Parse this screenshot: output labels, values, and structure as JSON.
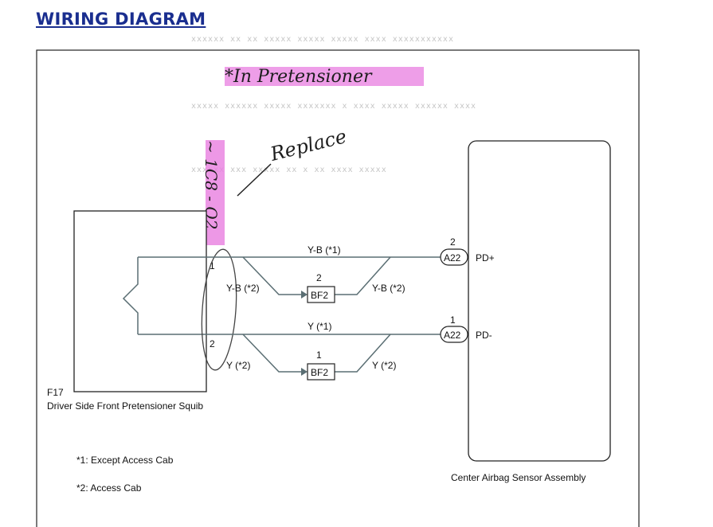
{
  "page_title": "WIRING DIAGRAM",
  "left_component": {
    "code": "F17",
    "name": "Driver Side Front Pretensioner Squib",
    "pins": [
      "1",
      "2"
    ]
  },
  "right_component": {
    "name": "Center Airbag Sensor Assembly",
    "connector": "A22",
    "pins": [
      {
        "number": "2",
        "signal": "PD+"
      },
      {
        "number": "1",
        "signal": "PD-"
      }
    ]
  },
  "wires": {
    "top_main": "Y-B (*1)",
    "top_branch_left": "Y-B (*2)",
    "top_branch_right": "Y-B (*2)",
    "bottom_main": "Y (*1)",
    "bottom_branch_left": "Y (*2)",
    "bottom_branch_right": "Y (*2)"
  },
  "junctions": [
    {
      "connector": "BF2",
      "pin": "2"
    },
    {
      "connector": "BF2",
      "pin": "1"
    }
  ],
  "notes": [
    "*1: Except Access Cab",
    "*2: Access Cab"
  ],
  "annotations": {
    "header": "*In Pretensioner",
    "action": "Replace",
    "vertical": "~ 1C8 - O2"
  },
  "colors": {
    "title": "#1a2e8f",
    "highlight": "#e87ee0",
    "wire": "#5a6e73",
    "ink": "#1e1e1e"
  }
}
